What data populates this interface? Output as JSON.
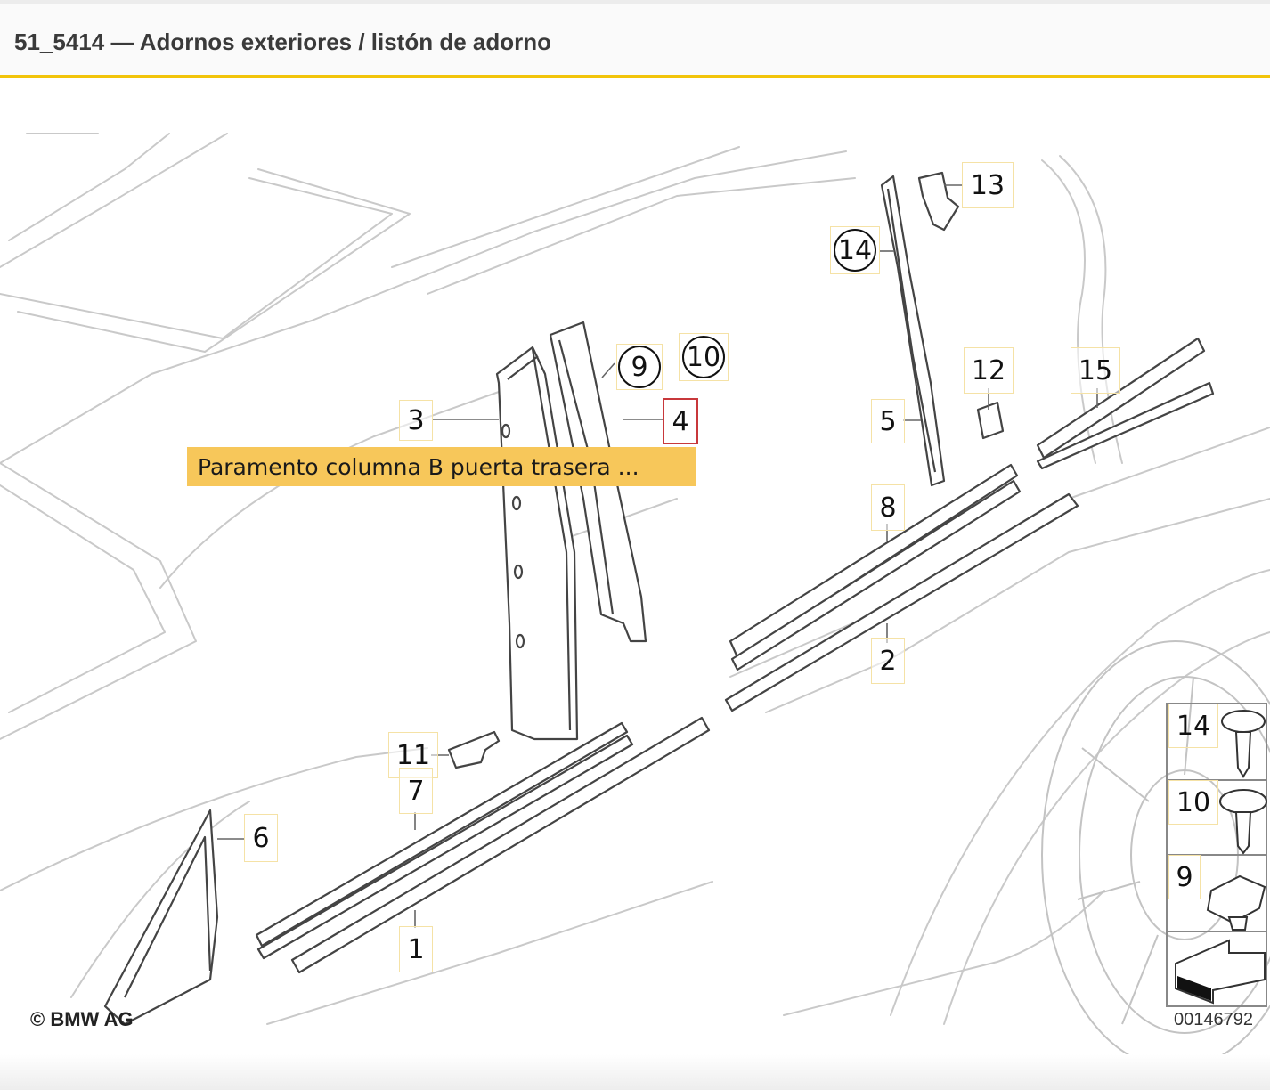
{
  "header": {
    "title": "51_5414 — Adornos exteriores / listón de adorno"
  },
  "tooltip": {
    "text": "Paramento columna B puerta trasera ..."
  },
  "callouts": {
    "p1": "1",
    "p2": "2",
    "p3": "3",
    "p4": "4",
    "p5": "5",
    "p6": "6",
    "p7": "7",
    "p8": "8",
    "p9": "9",
    "p10": "10",
    "p11": "11",
    "p12": "12",
    "p13": "13",
    "p14": "14",
    "p15": "15"
  },
  "fastener_panel": {
    "items": [
      "14",
      "10",
      "9"
    ]
  },
  "footer": {
    "copyright": "© BMW AG",
    "drawing_code": "00146792"
  },
  "colors": {
    "accent": "#f2c40a",
    "tooltip": "#f7c75a",
    "active_border": "#c8383b",
    "line": "#9a9a9a"
  }
}
